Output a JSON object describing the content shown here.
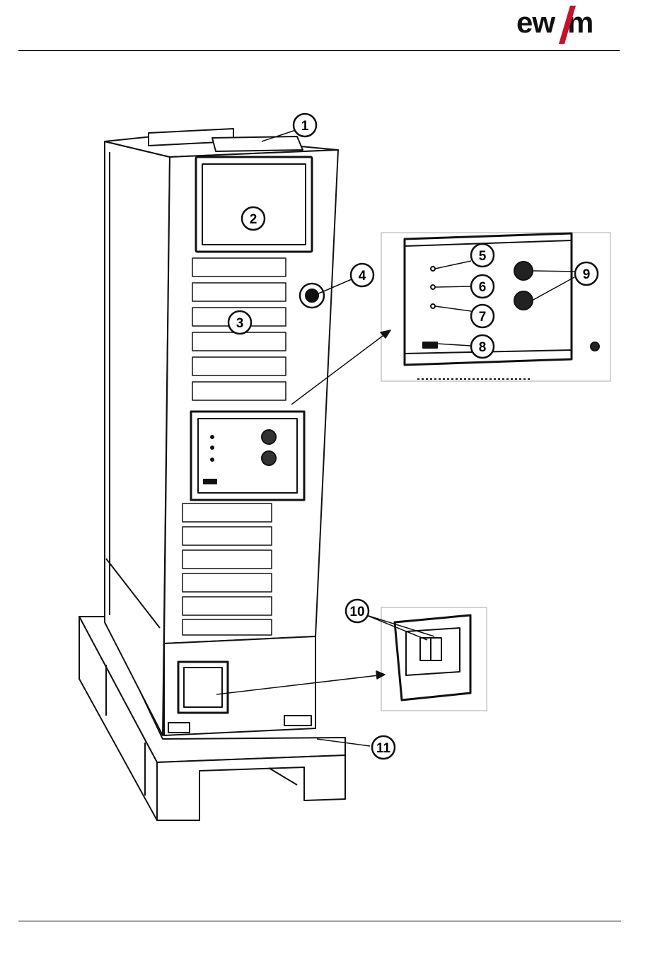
{
  "header": {
    "brand_logo_text": "ewm",
    "brand_color": "#c8102e"
  },
  "figure": {
    "callouts": [
      {
        "number": "1"
      },
      {
        "number": "2"
      },
      {
        "number": "3"
      },
      {
        "number": "4"
      },
      {
        "number": "5"
      },
      {
        "number": "6"
      },
      {
        "number": "7"
      },
      {
        "number": "8"
      },
      {
        "number": "9"
      },
      {
        "number": "10"
      },
      {
        "number": "11"
      }
    ]
  }
}
